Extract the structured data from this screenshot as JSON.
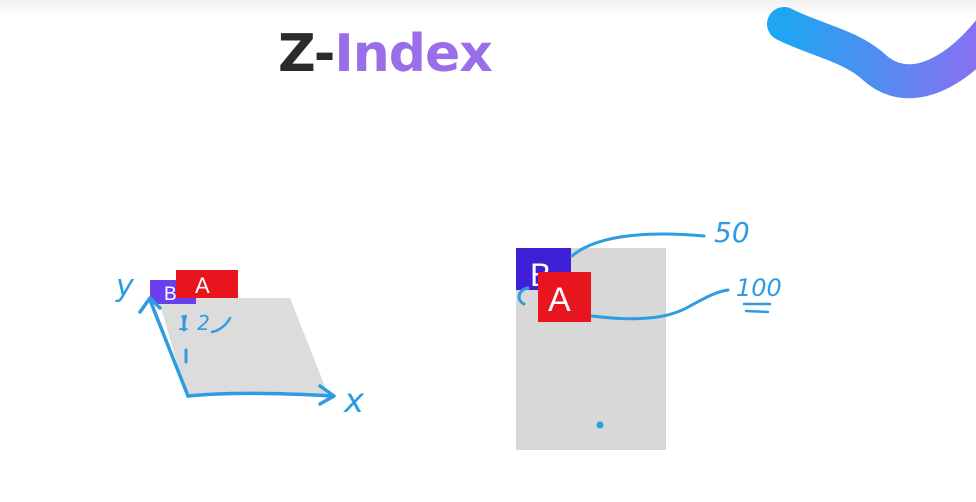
{
  "slide": {
    "title_part1": "Z-",
    "title_part2": "Index"
  },
  "left_sketch": {
    "box_a_label": "A",
    "box_b_label": "B",
    "axis_y_label": "y",
    "axis_x_label": "x",
    "z_values": "1 2"
  },
  "right_sketch": {
    "box_a_label": "A",
    "box_b_label": "B",
    "z_index_b": "50",
    "z_index_a": "100"
  },
  "colors": {
    "box_a": "#e8141e",
    "box_b": "#3f1fd6",
    "box_b_light": "#6a3ff0",
    "panel": "#d8d8d8",
    "ink": "#2f9be0",
    "title_dark": "#2b2b2b",
    "title_accent": "#9a6ee8"
  }
}
